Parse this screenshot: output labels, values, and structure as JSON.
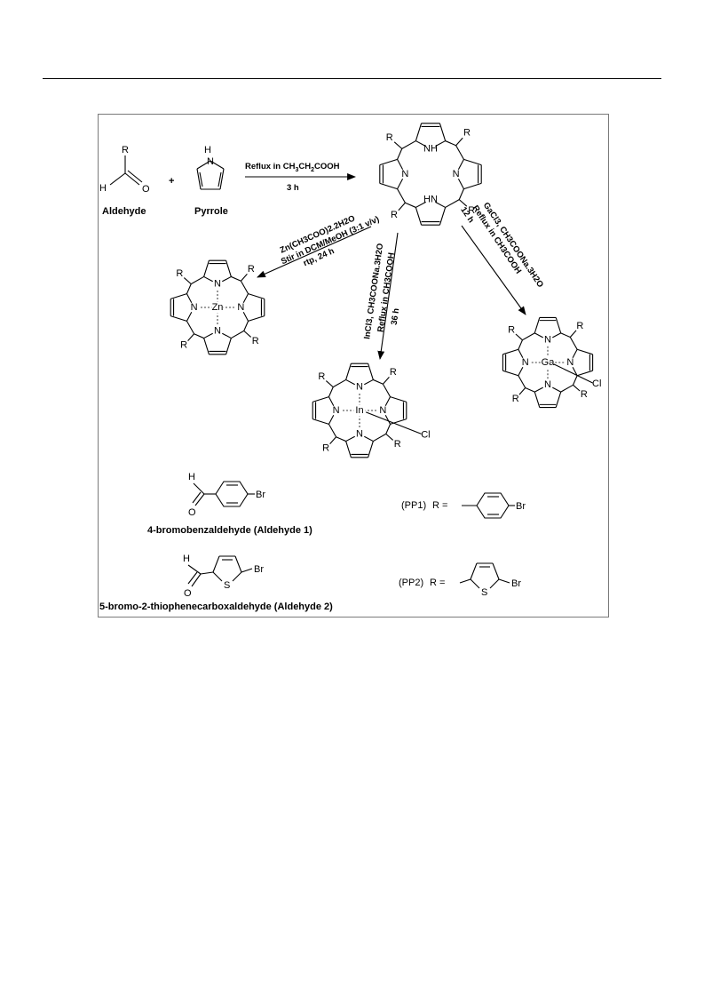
{
  "scheme": {
    "aldehyde_label": "Aldehyde",
    "pyrrole_label": "Pyrrole",
    "plus": "+",
    "step1": {
      "reagent": "Reflux in CH3CH2COOH",
      "reagent_parts": [
        "Reflux in CH",
        "3",
        "CH",
        "2",
        "COOH"
      ],
      "time": "3 h"
    },
    "zn_step": {
      "line1": "Zn(CH3COO)2.2H2O",
      "line2": "Stir in DCM/MeOH (3:1 v/v)",
      "line3": "rtp, 24 h"
    },
    "in_step": {
      "line1": "InCl3, CH3COONa.3H2O",
      "line2": "Reflux in CH3COOH",
      "line3": "36 h"
    },
    "ga_step": {
      "line1": "GaCl3, CH3COONa.3H2O",
      "line2": "Reflux in CH3COOH",
      "line3": "12 h"
    },
    "atoms": {
      "R": "R",
      "H": "H",
      "O": "O",
      "N": "N",
      "NH": "NH",
      "HN": "HN",
      "Zn": "Zn",
      "In": "In",
      "Ga": "Ga",
      "Cl": "Cl",
      "S": "S",
      "Br": "Br"
    },
    "aldehyde1_name": "4-bromobenzaldehyde (Aldehyde 1)",
    "aldehyde2_name": "5-bromo-2-thiophenecarboxaldehyde (Aldehyde 2)",
    "pp1": {
      "tag": "(PP1)",
      "eq": "R ="
    },
    "pp2": {
      "tag": "(PP2)",
      "eq": "R ="
    }
  }
}
